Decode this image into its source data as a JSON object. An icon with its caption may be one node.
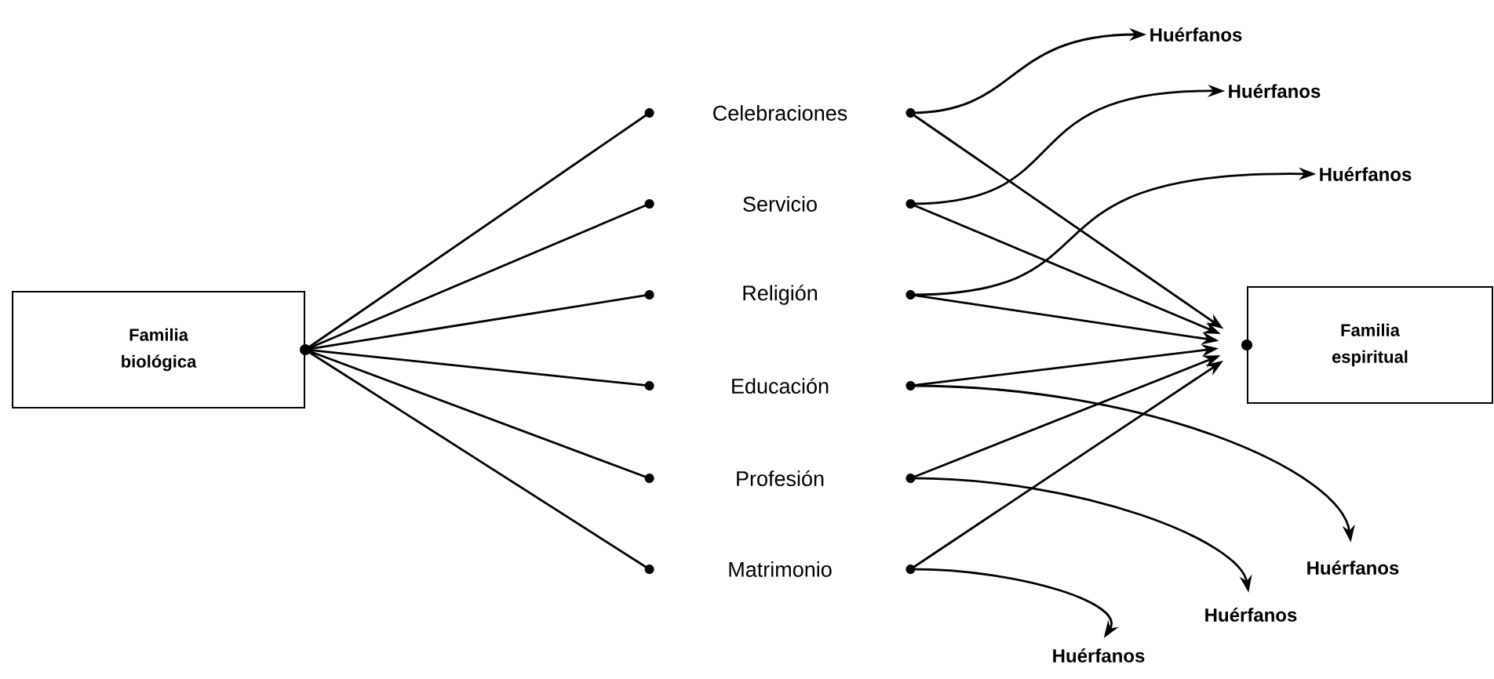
{
  "diagram": {
    "nodes": [
      {
        "text": [
          "Familia biológica"
        ]
      },
      {
        "text": [
          "Celebraciones"
        ]
      },
      {
        "text": [
          "Servicio"
        ]
      },
      {
        "text": [
          "Religión"
        ]
      },
      {
        "text": [
          "Educación"
        ]
      },
      {
        "text": [
          "Profesión"
        ]
      },
      {
        "text": [
          "Matrimonio"
        ]
      },
      {
        "text": [
          "Familia espiritual"
        ]
      },
      {
        "text": [
          "Huérfanos"
        ]
      },
      {
        "text": [
          "Huérfanos"
        ]
      },
      {
        "text": [
          "Huérfanos"
        ]
      },
      {
        "text": [
          "Huérfanos"
        ]
      },
      {
        "text": [
          "Huérfanos"
        ]
      },
      {
        "text": [
          "Huérfanos"
        ]
      }
    ],
    "edges": [
      {
        "from": 0,
        "to": 1,
        "arrow": "none"
      },
      {
        "from": 0,
        "to": 2,
        "arrow": "none"
      },
      {
        "from": 0,
        "to": 3,
        "arrow": "none"
      },
      {
        "from": 0,
        "to": 4,
        "arrow": "none"
      },
      {
        "from": 0,
        "to": 5,
        "arrow": "none"
      },
      {
        "from": 0,
        "to": 6,
        "arrow": "none"
      },
      {
        "from": 1,
        "to": 7,
        "arrow": "to"
      },
      {
        "from": 2,
        "to": 7,
        "arrow": "to"
      },
      {
        "from": 3,
        "to": 7,
        "arrow": "to"
      },
      {
        "from": 4,
        "to": 7,
        "arrow": "to"
      },
      {
        "from": 5,
        "to": 7,
        "arrow": "to"
      },
      {
        "from": 6,
        "to": 7,
        "arrow": "to"
      },
      {
        "from": 1,
        "to": 8,
        "arrow": "to"
      },
      {
        "from": 2,
        "to": 9,
        "arrow": "to"
      },
      {
        "from": 3,
        "to": 10,
        "arrow": "to"
      },
      {
        "from": 4,
        "to": 11,
        "arrow": "to"
      },
      {
        "from": 5,
        "to": 12,
        "arrow": "to"
      },
      {
        "from": 6,
        "to": 13,
        "arrow": "to"
      }
    ]
  }
}
